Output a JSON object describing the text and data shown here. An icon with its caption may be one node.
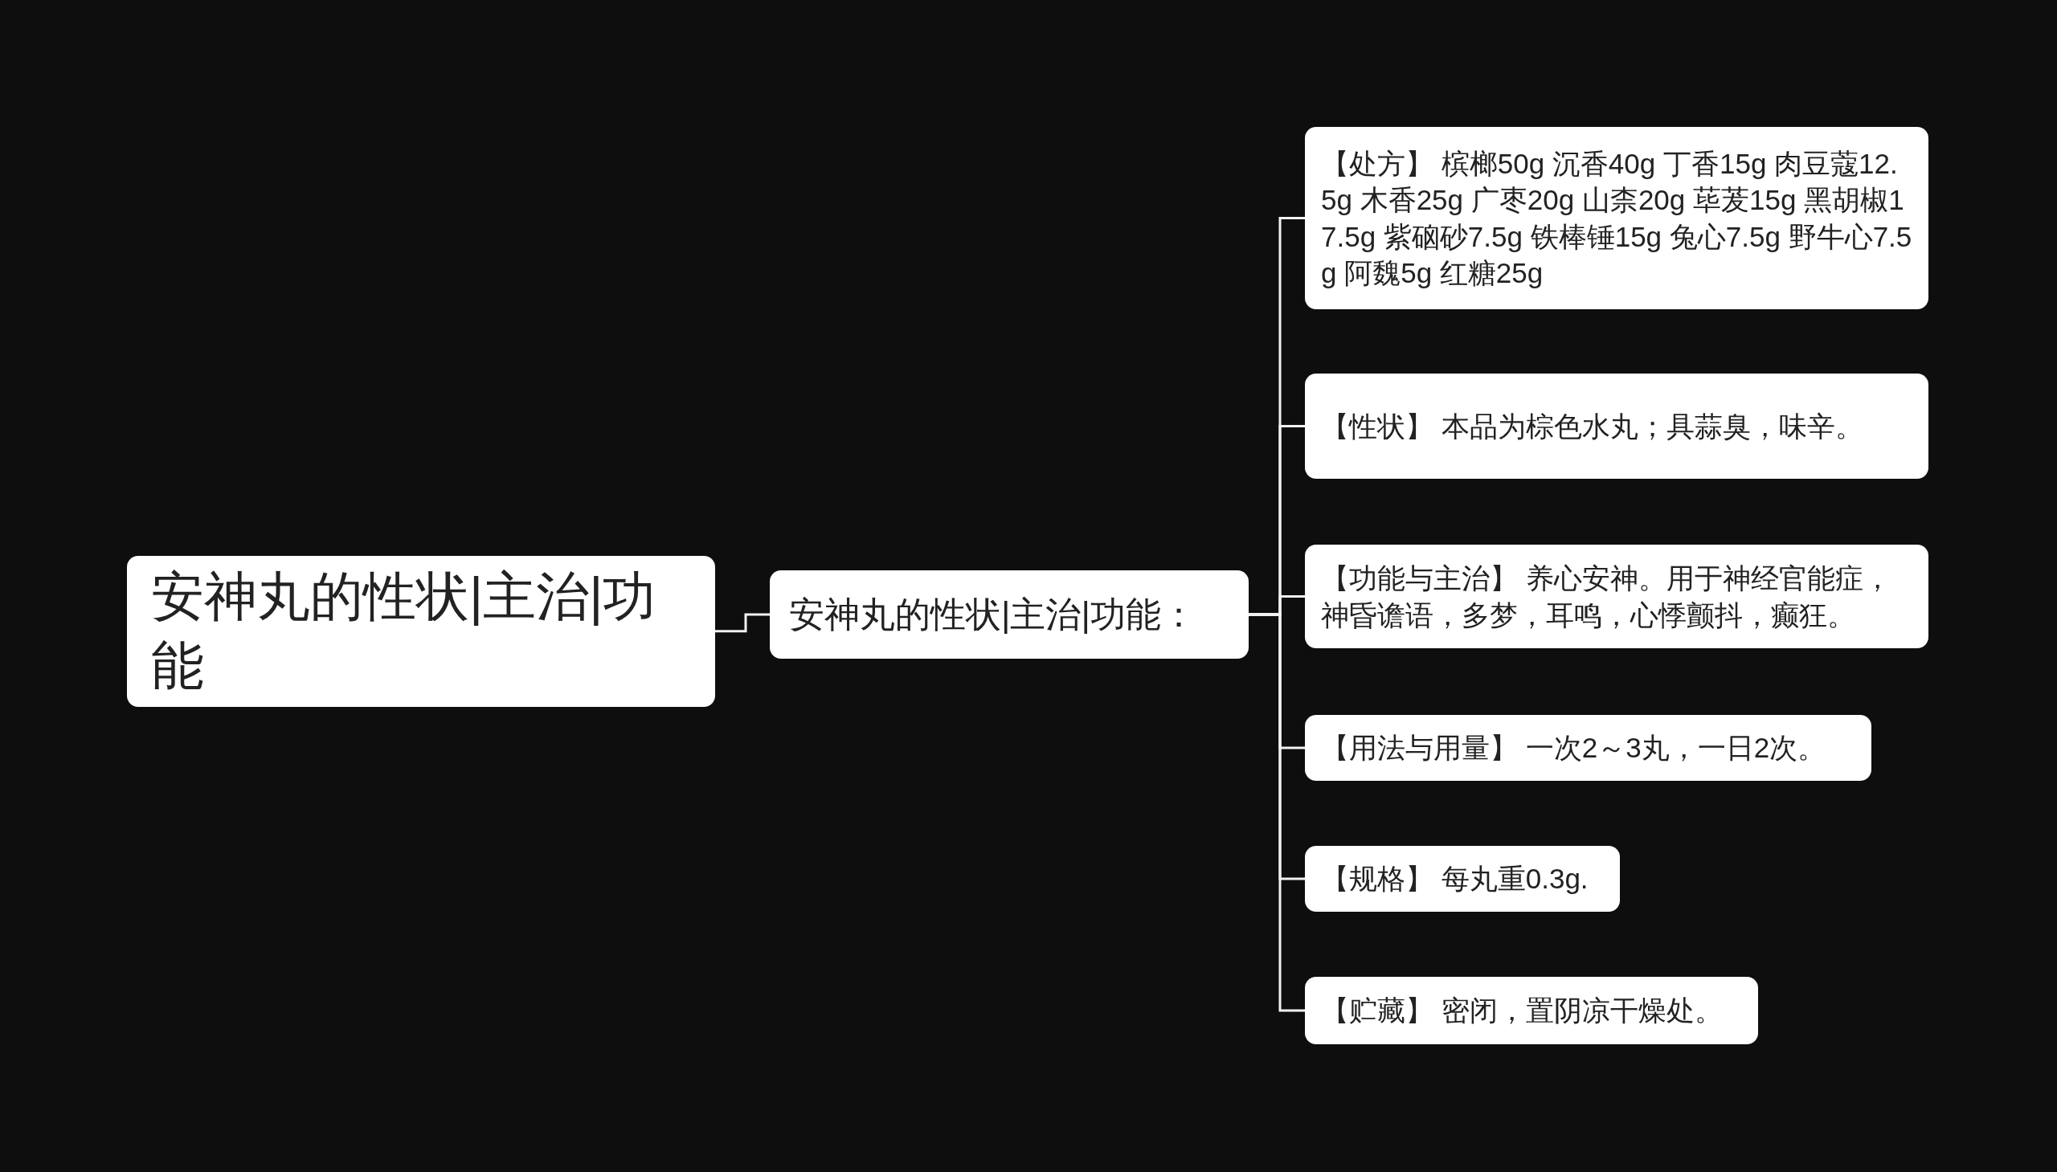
{
  "diagram": {
    "nodes": [
      {
        "text": [
          "安神丸的性状|主治|功能"
        ]
      },
      {
        "text": [
          "安神丸的性状|主治|功能："
        ]
      },
      {
        "text": [
          "【处方】 槟榔50g 沉香40g 丁香15g 肉豆蔻12.5g 木香25g 广枣20g 山柰20g 荜茇15g 黑胡椒17.5g 紫硇砂7.5g 铁棒锤15g 兔心7.5g 野牛心7.5g 阿魏5g 红糖25g"
        ]
      },
      {
        "text": [
          "【性状】 本品为棕色水丸；具蒜臭，味辛。"
        ]
      },
      {
        "text": [
          "【功能与主治】 养心安神。用于神经官能症，神昏谵语，多梦，耳鸣，心悸颤抖，癫狂。"
        ]
      },
      {
        "text": [
          "【用法与用量】 一次2～3丸，一日2次。"
        ]
      },
      {
        "text": [
          "【规格】 每丸重0.3g."
        ]
      },
      {
        "text": [
          "【贮藏】 密闭，置阴凉干燥处。"
        ]
      }
    ],
    "edges": [
      {
        "from": 0,
        "to": 1,
        "arrow": "none"
      },
      {
        "from": 1,
        "to": 2,
        "arrow": "none"
      },
      {
        "from": 1,
        "to": 3,
        "arrow": "none"
      },
      {
        "from": 1,
        "to": 4,
        "arrow": "none"
      },
      {
        "from": 1,
        "to": 5,
        "arrow": "none"
      },
      {
        "from": 1,
        "to": 6,
        "arrow": "none"
      },
      {
        "from": 1,
        "to": 7,
        "arrow": "none"
      }
    ]
  }
}
